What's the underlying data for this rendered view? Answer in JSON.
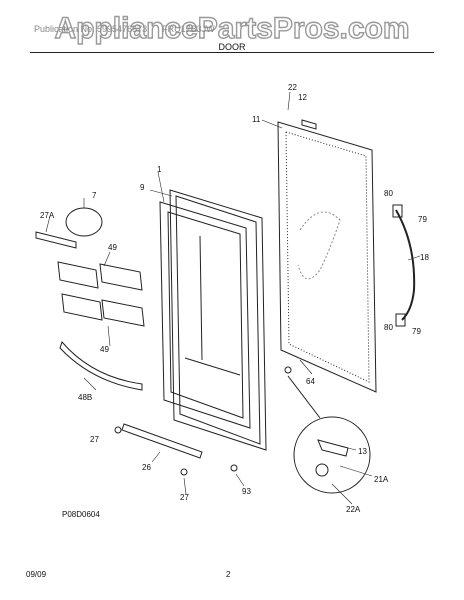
{
  "watermark": "AppliancePartsPros.com",
  "header": {
    "publication": "Publication No: 5995476573",
    "model": "FRU17B3JW"
  },
  "section_title": "DOOR",
  "callouts": [
    "1",
    "7",
    "9",
    "11",
    "12",
    "13",
    "18",
    "21A",
    "22",
    "22A",
    "26",
    "27",
    "27",
    "27A",
    "48B",
    "49",
    "49",
    "64",
    "79",
    "79",
    "80",
    "80",
    "93"
  ],
  "diagram_id": "P08D0604",
  "footer": {
    "date": "09/09",
    "page": "2"
  }
}
